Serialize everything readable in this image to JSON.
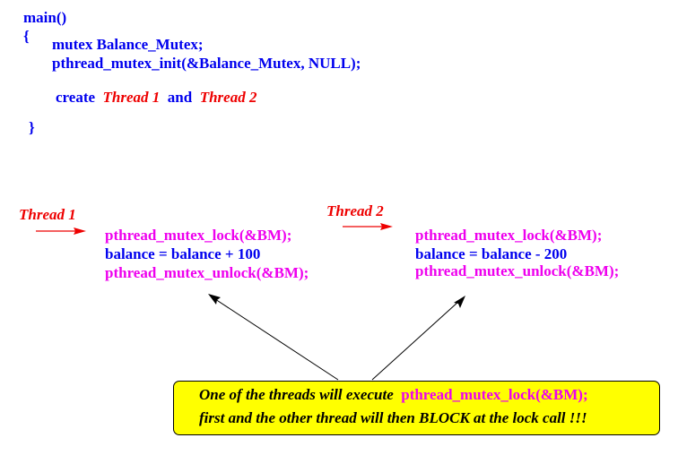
{
  "main_block": {
    "signature": "main()",
    "open_brace": "{",
    "declaration": "mutex  Balance_Mutex;",
    "init_call": "pthread_mutex_init(&Balance_Mutex, NULL);",
    "create_prefix": "create",
    "thread1": "Thread 1",
    "and_word": "and",
    "thread2": "Thread 2",
    "close_brace": "}"
  },
  "thread1_section": {
    "label": "Thread 1",
    "lock_call": "pthread_mutex_lock(&BM);",
    "statement": "balance = balance + 100",
    "unlock_call": "pthread_mutex_unlock(&BM);"
  },
  "thread2_section": {
    "label": "Thread 2",
    "lock_call": "pthread_mutex_lock(&BM);",
    "statement": "balance = balance - 200",
    "unlock_call": "pthread_mutex_unlock(&BM);"
  },
  "callout": {
    "line1_prefix": "One of the threads will execute",
    "line1_code": "pthread_mutex_lock(&BM);",
    "line2": "first and the other thread will then BLOCK at the lock call !!!"
  },
  "colors": {
    "code_blue": "#0000ee",
    "thread_red": "#ee0000",
    "lock_magenta": "#ee00ee",
    "callout_yellow": "#ffff00"
  }
}
